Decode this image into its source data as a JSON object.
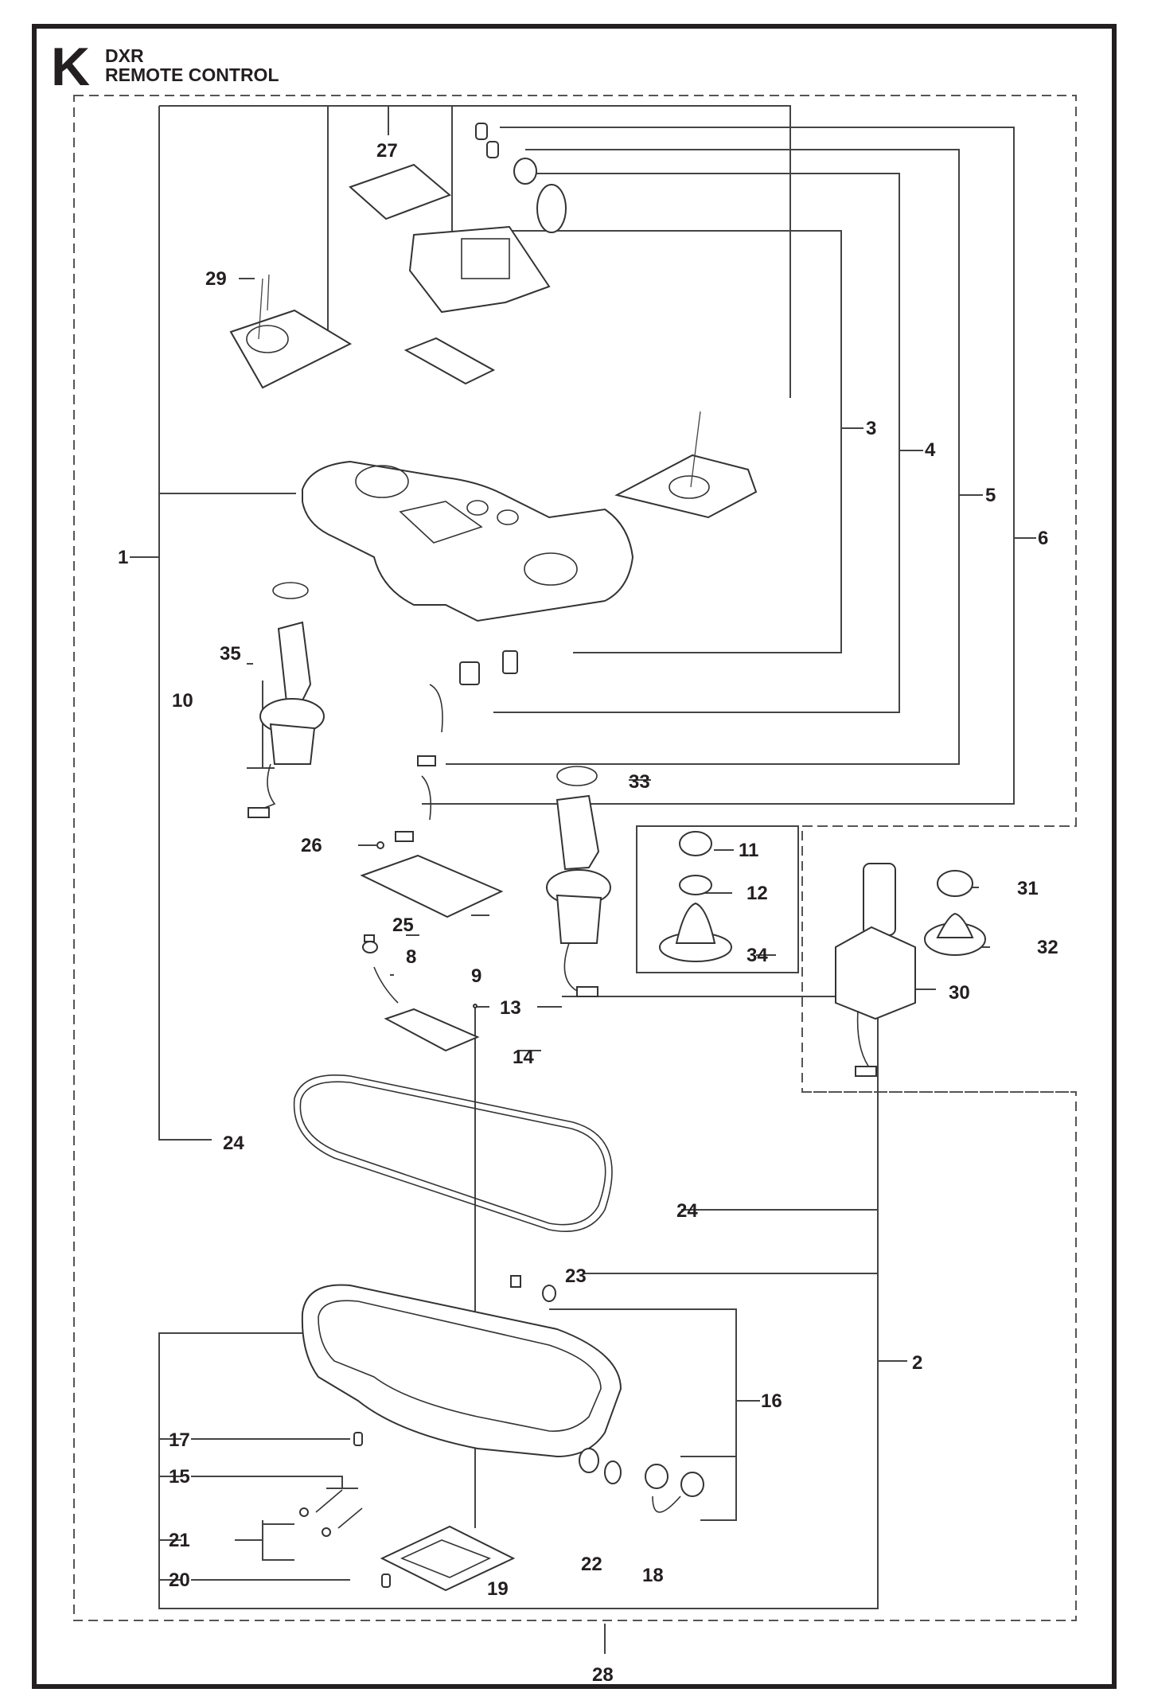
{
  "header": {
    "section_letter": "K",
    "model": "DXR",
    "title": "REMOTE CONTROL"
  },
  "colors": {
    "ink": "#231f20",
    "background": "#ffffff"
  },
  "callouts": {
    "p1": "1",
    "p2": "2",
    "p3": "3",
    "p4": "4",
    "p5": "5",
    "p6": "6",
    "p8": "8",
    "p9": "9",
    "p10": "10",
    "p11": "11",
    "p12": "12",
    "p13": "13",
    "p14": "14",
    "p15": "15",
    "p16": "16",
    "p17": "17",
    "p18": "18",
    "p19": "19",
    "p20": "20",
    "p21": "21",
    "p22": "22",
    "p23": "23",
    "p24a": "24",
    "p24b": "24",
    "p25": "25",
    "p26": "26",
    "p27": "27",
    "p28": "28",
    "p29": "29",
    "p30": "30",
    "p31": "31",
    "p32": "32",
    "p33": "33",
    "p34": "34",
    "p35": "35"
  }
}
